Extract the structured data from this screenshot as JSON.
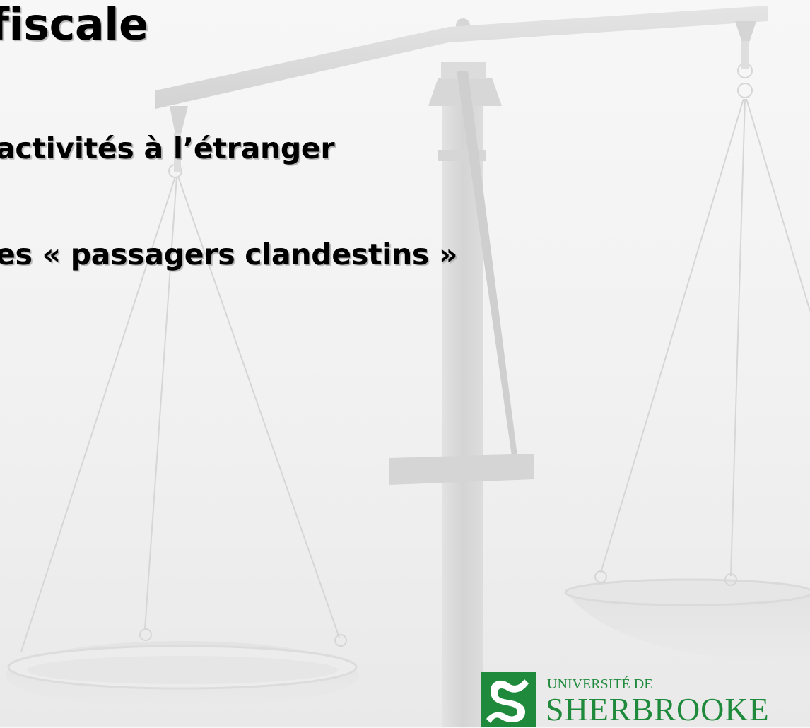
{
  "slide": {
    "title": "fiscale",
    "bullets": [
      "activités à l’étranger",
      "es « passagers clandestins »"
    ]
  },
  "background": {
    "image": "balance-scale-icon"
  },
  "logo": {
    "line1": "UNIVERSITÉ DE",
    "line2": "SHERBROOKE",
    "mark": "sherbrooke-s-logo-icon",
    "color": "#1f8a3c"
  }
}
